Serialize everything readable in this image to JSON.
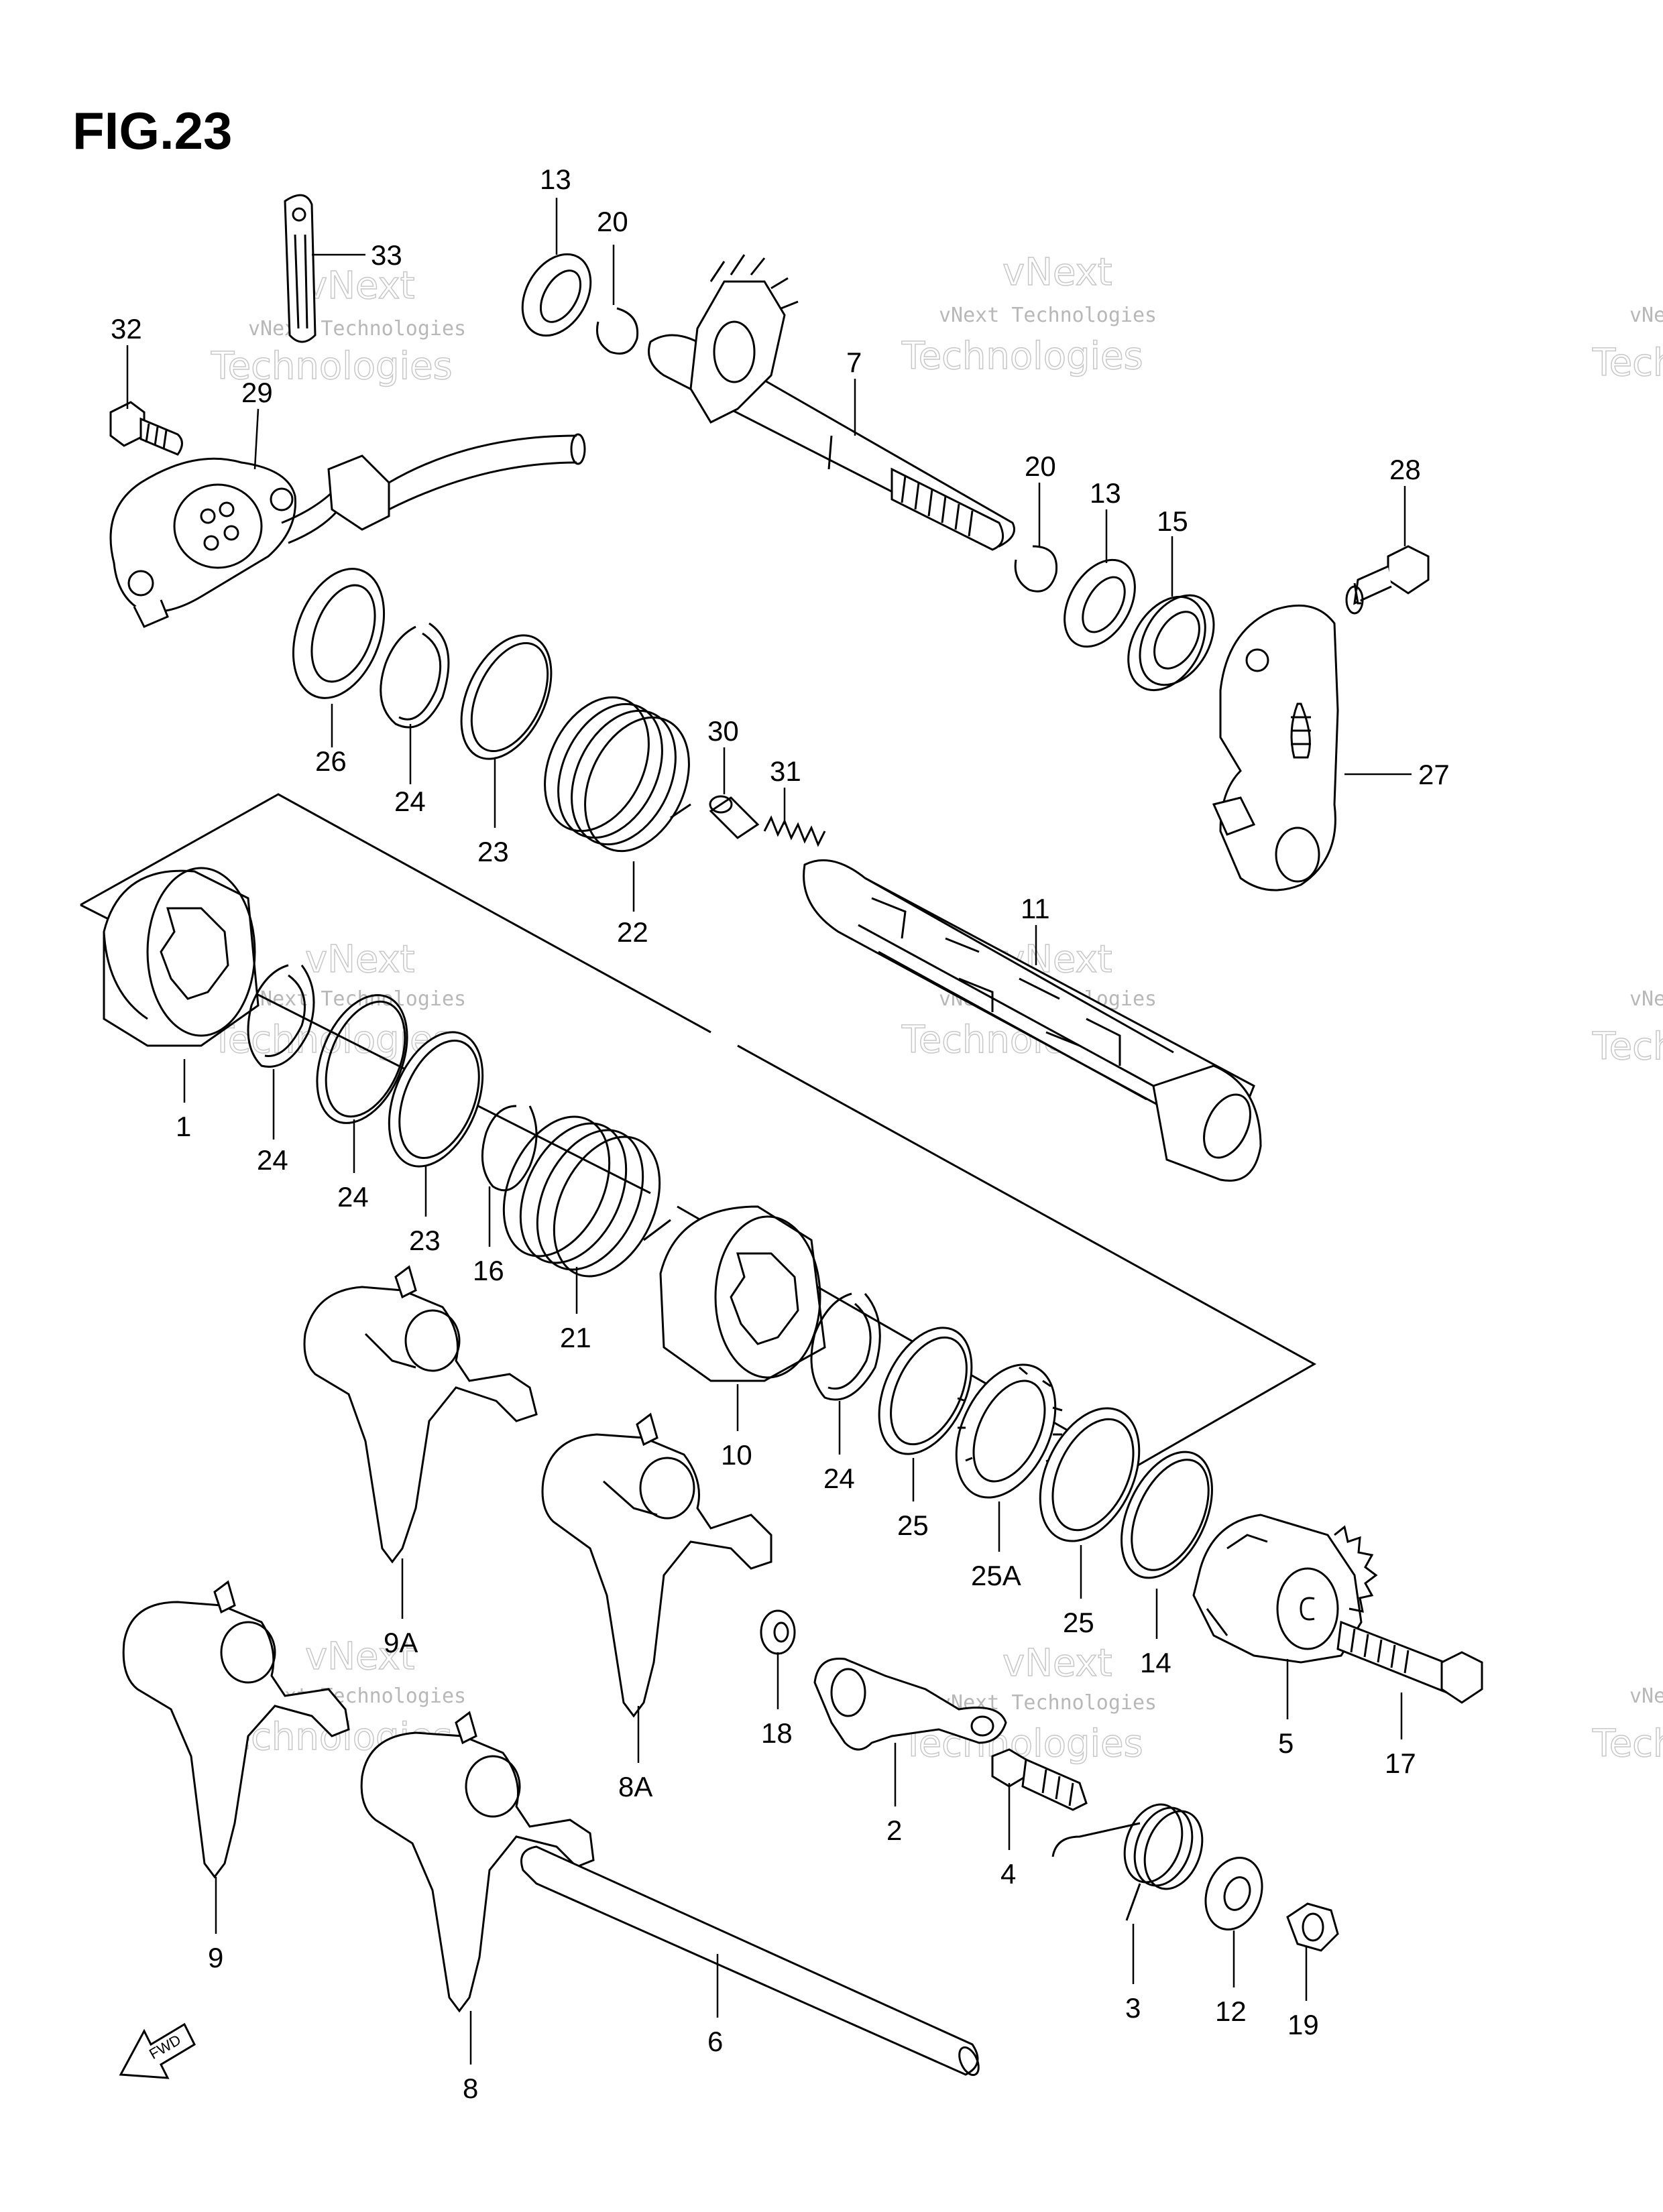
{
  "figure": {
    "title": "FIG.23",
    "fwd_label": "FWD"
  },
  "watermark": {
    "line1": "vNext Technologies",
    "line2": "vNext",
    "line3": "Technologies"
  },
  "callouts": {
    "p13a": "13",
    "p20a": "20",
    "p33": "33",
    "p32": "32",
    "p29": "29",
    "p7": "7",
    "p20b": "20",
    "p13b": "13",
    "p15": "15",
    "p28": "28",
    "p26": "26",
    "p24a": "24",
    "p23a": "23",
    "p30": "30",
    "p31": "31",
    "p22": "22",
    "p27": "27",
    "p11": "11",
    "p1": "1",
    "p24b": "24",
    "p24c": "24",
    "p23b": "23",
    "p16": "16",
    "p21": "21",
    "p10": "10",
    "p24d": "24",
    "p25a": "25",
    "p25A": "25A",
    "p25b": "25",
    "p14": "14",
    "p9A": "9A",
    "p8A": "8A",
    "p18": "18",
    "p2": "2",
    "p5": "5",
    "p17": "17",
    "p4": "4",
    "p9": "9",
    "p8": "8",
    "p6": "6",
    "p3": "3",
    "p12": "12",
    "p19": "19"
  }
}
